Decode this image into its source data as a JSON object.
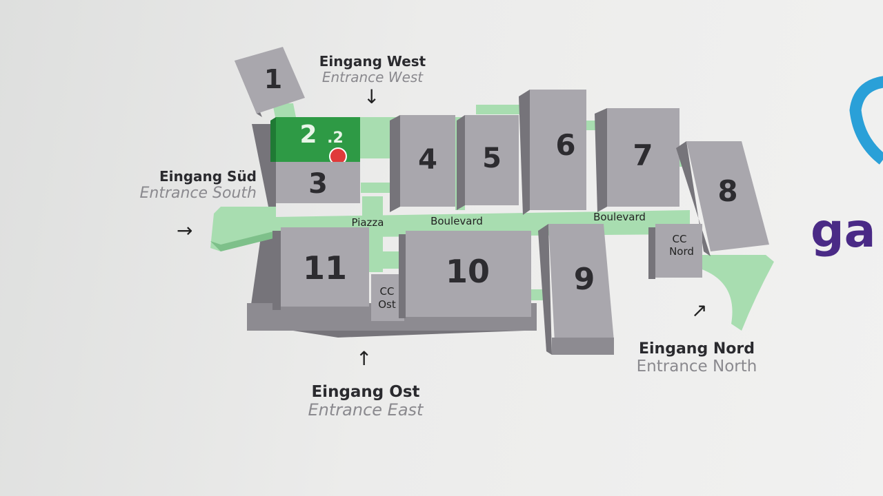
{
  "halls": {
    "h1": "1",
    "h2_2_main": "2",
    "h2_2_sub": ".2",
    "h3": "3",
    "h4": "4",
    "h5": "5",
    "h6": "6",
    "h7": "7",
    "h8": "8",
    "h9": "9",
    "h10": "10",
    "h11": "11",
    "cc_ost_1": "CC",
    "cc_ost_2": "Ost",
    "cc_nord_1": "CC",
    "cc_nord_2": "Nord"
  },
  "areas": {
    "piazza": "Piazza",
    "boulevard_1": "Boulevard",
    "boulevard_2": "Boulevard"
  },
  "entrances": {
    "west": {
      "de": "Eingang West",
      "en": "Entrance West"
    },
    "south": {
      "de": "Eingang Süd",
      "en": "Entrance South"
    },
    "east": {
      "de": "Eingang Ost",
      "en": "Entrance East"
    },
    "north": {
      "de": "Eingang Nord",
      "en": "Entrance North"
    }
  },
  "logo_text": "ga",
  "colors": {
    "highlight_hall": "#2e9a45",
    "location_marker": "#e03a3a",
    "walkway": "#a8ddb0",
    "logo_blue": "#2aa0d8",
    "logo_purple": "#4a2a86"
  }
}
